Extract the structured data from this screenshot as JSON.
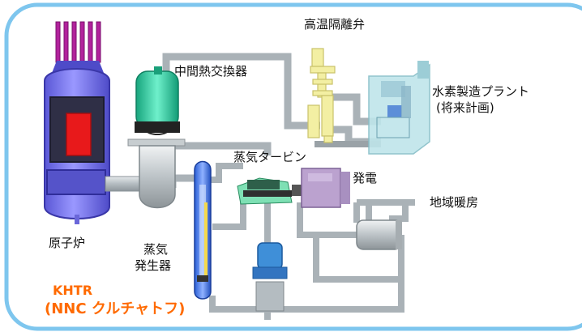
{
  "labels": {
    "high_temp_isolation_valve": "高温隔離弁",
    "intermediate_heat_exchanger": "中間熱交換器",
    "hydrogen_plant_line1": "水素製造プラント",
    "hydrogen_plant_line2": "(将来計画)",
    "steam_turbine": "蒸気タービン",
    "power_generation": "発電",
    "district_heating": "地域暖房",
    "reactor": "原子炉",
    "steam_generator_line1": "蒸気",
    "steam_generator_line2": "発生器",
    "khtr_line1": "KHTR",
    "khtr_line2": "(NNC クルチャトフ)"
  },
  "colors": {
    "frame_border": "#7ec6ee",
    "reactor_body": "#7e7cf0",
    "reactor_core": "#e8191b",
    "control_rods": "#a0198c",
    "heat_exchanger": "#35d3a8",
    "pipe": "#b9c1c6",
    "valve": "#f3efa3",
    "hydrogen_plant": "#a9d7df",
    "steam_generator": "#4c7ce8",
    "generator": "#b79bc7",
    "pump": "#3f8fd8",
    "label_orange": "#ff6a00"
  }
}
